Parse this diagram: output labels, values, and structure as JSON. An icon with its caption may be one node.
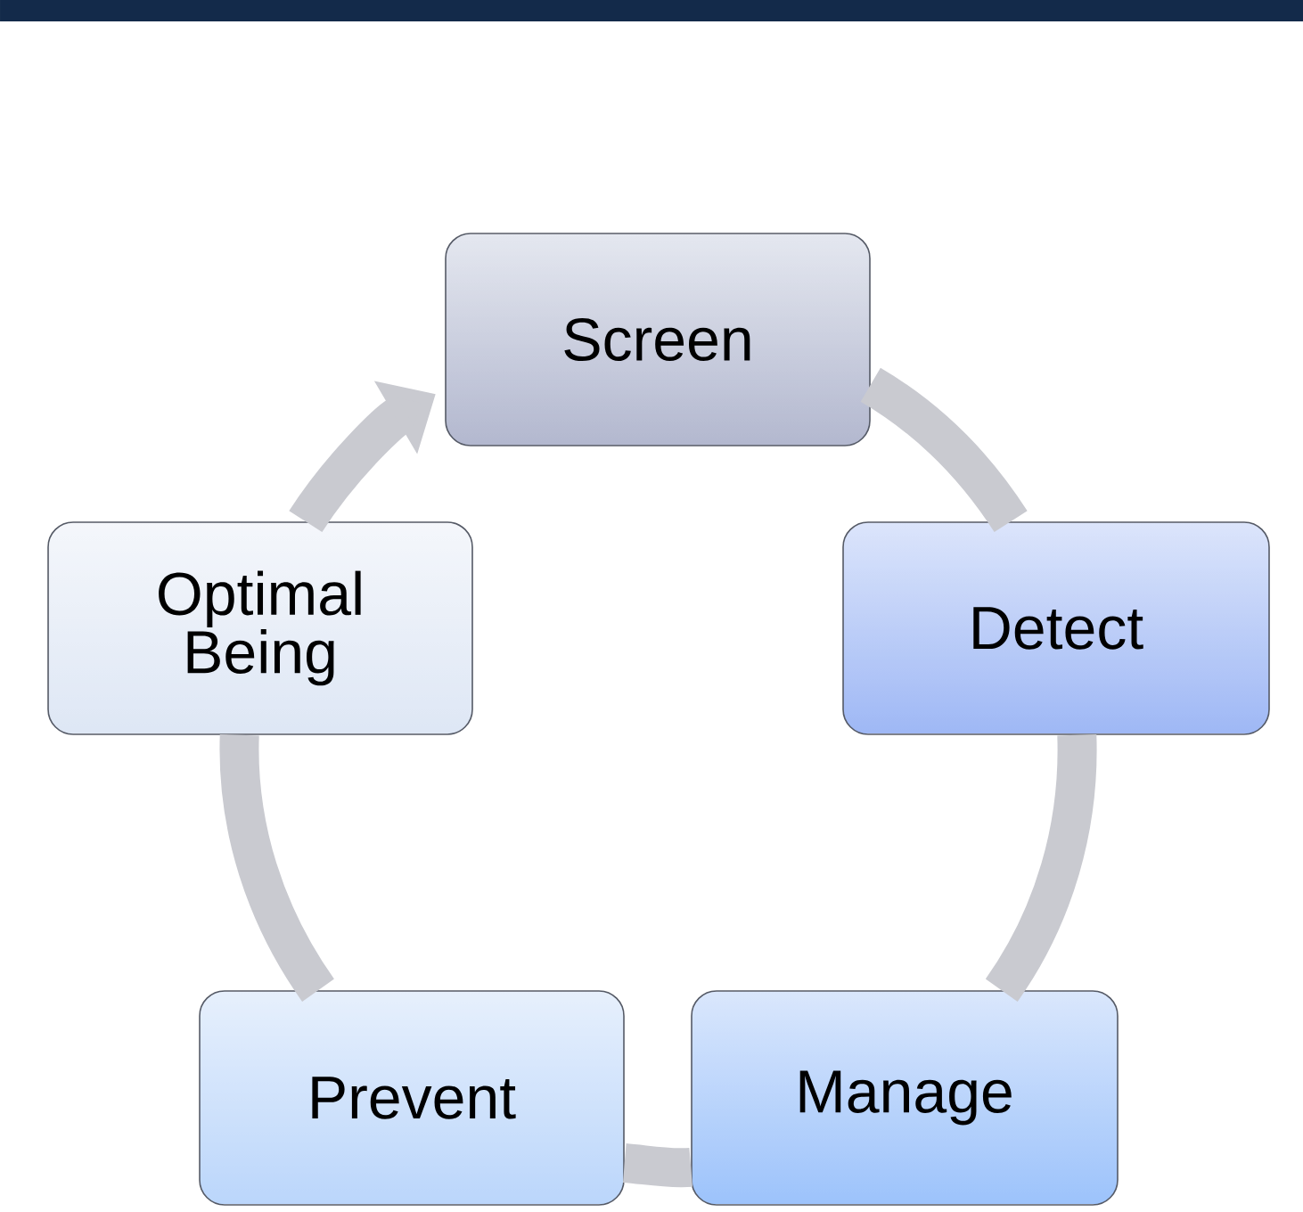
{
  "diagram": {
    "nodes": [
      {
        "text": [
          "Screen"
        ]
      },
      {
        "text": [
          "Detect"
        ]
      },
      {
        "text": [
          "Manage"
        ]
      },
      {
        "text": [
          "Prevent"
        ]
      },
      {
        "text": [
          "Optimal Being"
        ]
      }
    ],
    "edges": [
      {
        "from": 0,
        "to": 1,
        "arrow": "none"
      },
      {
        "from": 1,
        "to": 2,
        "arrow": "none"
      },
      {
        "from": 2,
        "to": 3,
        "arrow": "none"
      },
      {
        "from": 3,
        "to": 4,
        "arrow": "none"
      },
      {
        "from": 4,
        "to": 0,
        "arrow": "to"
      }
    ]
  }
}
